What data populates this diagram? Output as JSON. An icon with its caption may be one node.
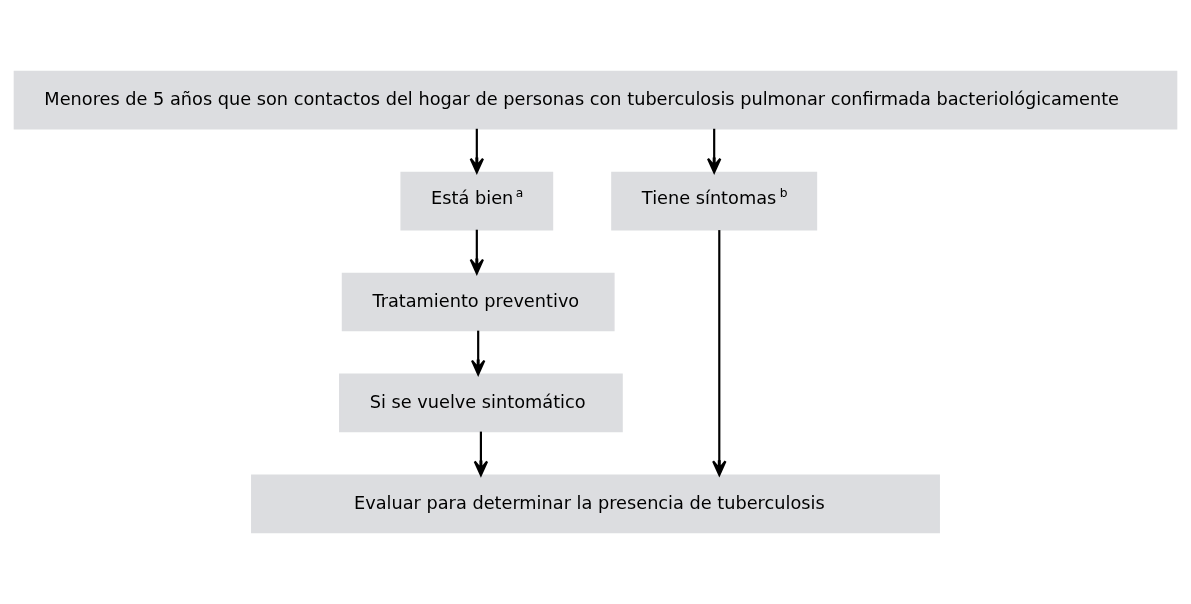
{
  "diagram": {
    "nodes": [
      {
        "text": [
          "Menores de 5 años que son contactos del hogar de personas con tuberculosis pulmonar confirmada bacteriológicamente"
        ]
      },
      {
        "text": [
          "Está bien$^{a}$"
        ]
      },
      {
        "text": [
          "Tiene síntomas$^{b}$"
        ]
      },
      {
        "text": [
          "Tratamiento preventivo"
        ]
      },
      {
        "text": [
          "Si se vuelve sintomático"
        ]
      },
      {
        "text": [
          "Evaluar para determinar la presencia de tuberculosis"
        ]
      }
    ],
    "edges": [
      {
        "from": 0,
        "to": 1,
        "arrow": "to"
      },
      {
        "from": 0,
        "to": 2,
        "arrow": "to"
      },
      {
        "from": 1,
        "to": 3,
        "arrow": "to"
      },
      {
        "from": 3,
        "to": 4,
        "arrow": "to"
      },
      {
        "from": 4,
        "to": 5,
        "arrow": "to"
      },
      {
        "from": 2,
        "to": 5,
        "arrow": "to"
      }
    ]
  }
}
